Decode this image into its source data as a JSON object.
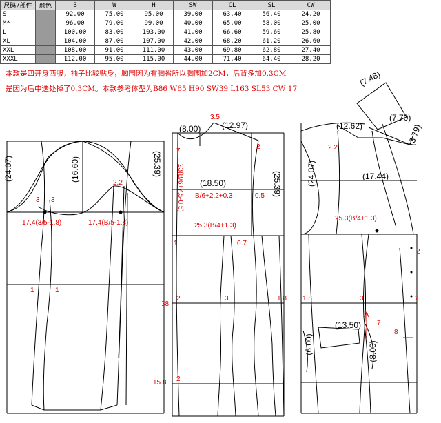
{
  "table": {
    "headers": [
      "尺码/部件",
      "颜色",
      "B",
      "W",
      "H",
      "SW",
      "CL",
      "SL",
      "CW"
    ],
    "rows": [
      {
        "size": "S",
        "values": [
          "92.00",
          "75.00",
          "95.00",
          "39.00",
          "63.40",
          "56.40",
          "24.20"
        ]
      },
      {
        "size": "M*",
        "values": [
          "96.00",
          "79.00",
          "99.00",
          "40.00",
          "65.00",
          "58.00",
          "25.00"
        ]
      },
      {
        "size": "L",
        "values": [
          "100.00",
          "83.00",
          "103.00",
          "41.00",
          "66.60",
          "59.60",
          "25.80"
        ]
      },
      {
        "size": "XL",
        "values": [
          "104.00",
          "87.00",
          "107.00",
          "42.00",
          "68.20",
          "61.20",
          "26.60"
        ]
      },
      {
        "size": "XXL",
        "values": [
          "108.00",
          "91.00",
          "111.00",
          "43.00",
          "69.80",
          "62.80",
          "27.40"
        ]
      },
      {
        "size": "XXXL",
        "values": [
          "112.00",
          "95.00",
          "115.00",
          "44.00",
          "71.40",
          "64.40",
          "28.20"
        ]
      }
    ]
  },
  "notes": {
    "line1": "本款是四开身西服，袖子比较贴身，胸围因为有胸省所以胸围加2CM，后背多加0.3CM",
    "line2": "是因为后中迭处掉了0.3CM。本款参考体型为B86 W65 H90 SW39 L163 SL53 CW 17"
  },
  "sleeve": {
    "dim_left": "(24.07)",
    "dim_mid": "(16.60)",
    "dim_right": "(25.39)",
    "mark_3a": "3",
    "mark_3b": "3",
    "mark_22": "2.2",
    "formula_left": "17.4(3/5-1.8)",
    "formula_right": "17.4(B/5-1.8)",
    "mark_1a": "1",
    "mark_1b": "1"
  },
  "back": {
    "dim_35": "3.5",
    "dim_800": "(8.00)",
    "dim_1297": "(12.97)",
    "dim_1850": "(18.50)",
    "dim_2539": "(25.39)",
    "mark_7": "7",
    "mark_2": "2",
    "formula_vert": "23(B/6+7.5-0.5)",
    "formula_b6": "B/6+2.2+0.3",
    "mark_05": "0.5",
    "formula_253": "25.3(B/4+1.3)",
    "mark_1": "1",
    "mark_07": "0.7",
    "mark_38": "38",
    "mark_2b": "2",
    "mark_3": "3",
    "mark_18": "1.8",
    "mark_158": "15.8",
    "mark_2c": "2"
  },
  "front": {
    "dim_748": "(7.48)",
    "dim_1262": "(12.62)",
    "dim_770": "(7.70)",
    "dim_379": "(3.79)",
    "mark_22": "2.2",
    "dim_2407": "(24.07)",
    "dim_1744": "(17.44)",
    "formula_253": "25.3(B/4+1.3)",
    "mark_2": "2",
    "mark_18": "1.8",
    "mark_3": "3",
    "mark_2b": "2",
    "mark_7": "7",
    "dim_1350": "(13.50)",
    "mark_8": "8",
    "dim_600": "(6.00)",
    "dim_800": "(8.00)"
  }
}
